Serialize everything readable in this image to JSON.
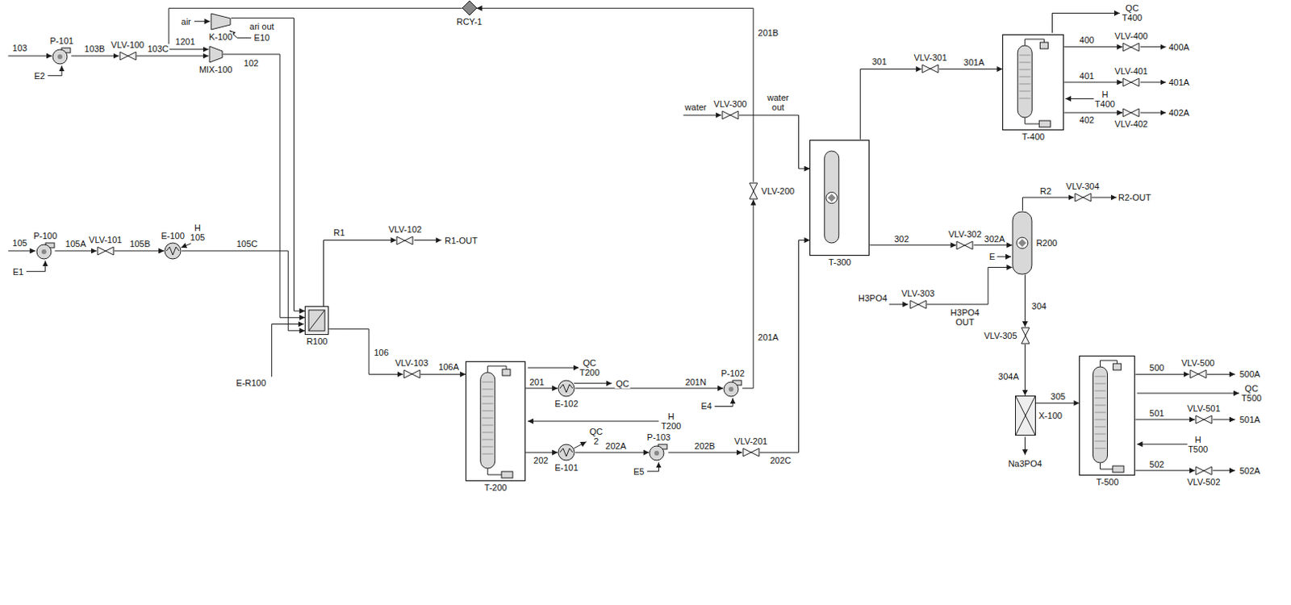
{
  "diagram": {
    "nodes": [
      {
        "text": [
          "RCY-1"
        ]
      },
      {
        "text": [
          "P-101"
        ]
      },
      {
        "text": [
          "VLV-100"
        ]
      },
      {
        "text": [
          "K-100"
        ]
      },
      {
        "text": [
          "MIX-100"
        ]
      },
      {
        "text": [
          "R100"
        ]
      },
      {
        "text": [
          "VLV-102"
        ]
      },
      {
        "text": [
          "P-100"
        ]
      },
      {
        "text": [
          "VLV-101"
        ]
      },
      {
        "text": [
          "E-100"
        ]
      },
      {
        "text": [
          "VLV-103"
        ]
      },
      {
        "text": [
          "T-200"
        ]
      },
      {
        "text": [
          "E-102"
        ]
      },
      {
        "text": [
          "P-102"
        ]
      },
      {
        "text": [
          "VLV-200"
        ]
      },
      {
        "text": [
          "VLV-300"
        ]
      },
      {
        "text": [
          "T-300"
        ]
      },
      {
        "text": [
          "E-101"
        ]
      },
      {
        "text": [
          "P-103"
        ]
      },
      {
        "text": [
          "VLV-201"
        ]
      },
      {
        "text": [
          "VLV-301"
        ]
      },
      {
        "text": [
          "T-400"
        ]
      },
      {
        "text": [
          "VLV-400"
        ]
      },
      {
        "text": [
          "VLV-401"
        ]
      },
      {
        "text": [
          "VLV-402"
        ]
      },
      {
        "text": [
          "VLV-302"
        ]
      },
      {
        "text": [
          "R200"
        ]
      },
      {
        "text": [
          "VLV-304"
        ]
      },
      {
        "text": [
          "VLV-303"
        ]
      },
      {
        "text": [
          "VLV-305"
        ]
      },
      {
        "text": [
          "X-100"
        ]
      },
      {
        "text": [
          "T-500"
        ]
      },
      {
        "text": [
          "VLV-500"
        ]
      },
      {
        "text": [
          "VLV-501"
        ]
      },
      {
        "text": [
          "VLV-502"
        ]
      }
    ],
    "edges": [
      {
        "from": 1,
        "to": 2,
        "label": "103B",
        "arrow": "to"
      },
      {
        "from": 2,
        "to": 4,
        "label": "103C",
        "arrow": "to"
      },
      {
        "from": 0,
        "to": 4,
        "label": "1201",
        "arrow": "to"
      },
      {
        "from": 4,
        "to": 5,
        "label": "102",
        "arrow": "to"
      },
      {
        "from": 3,
        "to": 5,
        "label": "ari out",
        "arrow": "to"
      },
      {
        "from": 5,
        "to": 6,
        "label": "R1",
        "arrow": "to"
      },
      {
        "from": 7,
        "to": 8,
        "label": "105A",
        "arrow": "to"
      },
      {
        "from": 8,
        "to": 9,
        "label": "105B",
        "arrow": "to"
      },
      {
        "from": 9,
        "to": 5,
        "label": "105C",
        "arrow": "to"
      },
      {
        "from": 5,
        "to": 10,
        "label": "106",
        "arrow": "to"
      },
      {
        "from": 10,
        "to": 11,
        "label": "106A",
        "arrow": "to"
      },
      {
        "from": 11,
        "to": 12,
        "label": "201",
        "arrow": "to"
      },
      {
        "from": 12,
        "to": 13,
        "label": "201N",
        "arrow": "to"
      },
      {
        "from": 13,
        "to": 14,
        "label": "201A",
        "arrow": "to"
      },
      {
        "from": 14,
        "to": 0,
        "label": "201B",
        "arrow": "to"
      },
      {
        "from": 11,
        "to": 17,
        "label": "202",
        "arrow": "to"
      },
      {
        "from": 17,
        "to": 18,
        "label": "202A",
        "arrow": "to"
      },
      {
        "from": 18,
        "to": 19,
        "label": "202B",
        "arrow": "to"
      },
      {
        "from": 19,
        "to": 16,
        "label": "202C",
        "arrow": "to"
      },
      {
        "from": 15,
        "to": 16,
        "label": "water out",
        "arrow": "to"
      },
      {
        "from": 16,
        "to": 20,
        "label": "301",
        "arrow": "to"
      },
      {
        "from": 20,
        "to": 21,
        "label": "301A",
        "arrow": "to"
      },
      {
        "from": 21,
        "to": 22,
        "label": "400",
        "arrow": "to"
      },
      {
        "from": 21,
        "to": 23,
        "label": "401",
        "arrow": "to"
      },
      {
        "from": 21,
        "to": 24,
        "label": "402",
        "arrow": "to"
      },
      {
        "from": 16,
        "to": 25,
        "label": "302",
        "arrow": "to"
      },
      {
        "from": 25,
        "to": 26,
        "label": "302A",
        "arrow": "to"
      },
      {
        "from": 28,
        "to": 26,
        "label": "H3PO4 OUT",
        "arrow": "to"
      },
      {
        "from": 26,
        "to": 27,
        "label": "R2",
        "arrow": "to"
      },
      {
        "from": 26,
        "to": 29,
        "label": "304",
        "arrow": "to"
      },
      {
        "from": 29,
        "to": 30,
        "label": "304A",
        "arrow": "to"
      },
      {
        "from": 30,
        "to": 31,
        "label": "305",
        "arrow": "to"
      },
      {
        "from": 31,
        "to": 32,
        "label": "500",
        "arrow": "to"
      },
      {
        "from": 31,
        "to": 33,
        "label": "501",
        "arrow": "to"
      },
      {
        "from": 31,
        "to": 34,
        "label": "502",
        "arrow": "to"
      }
    ],
    "labels": [
      "103",
      "E2",
      "air",
      "E10",
      "R1-OUT",
      "E-R100",
      "105",
      "E1",
      "H 105",
      "QC T200",
      "QC",
      "E4",
      "H T200",
      "QC 2",
      "E5",
      "water",
      "QC T400",
      "400A",
      "401A",
      "H T400",
      "402A",
      "R2-OUT",
      "H3PO4",
      "E",
      "Na3PO4",
      "500A",
      "QC T500",
      "501A",
      "H T500",
      "502A"
    ]
  }
}
